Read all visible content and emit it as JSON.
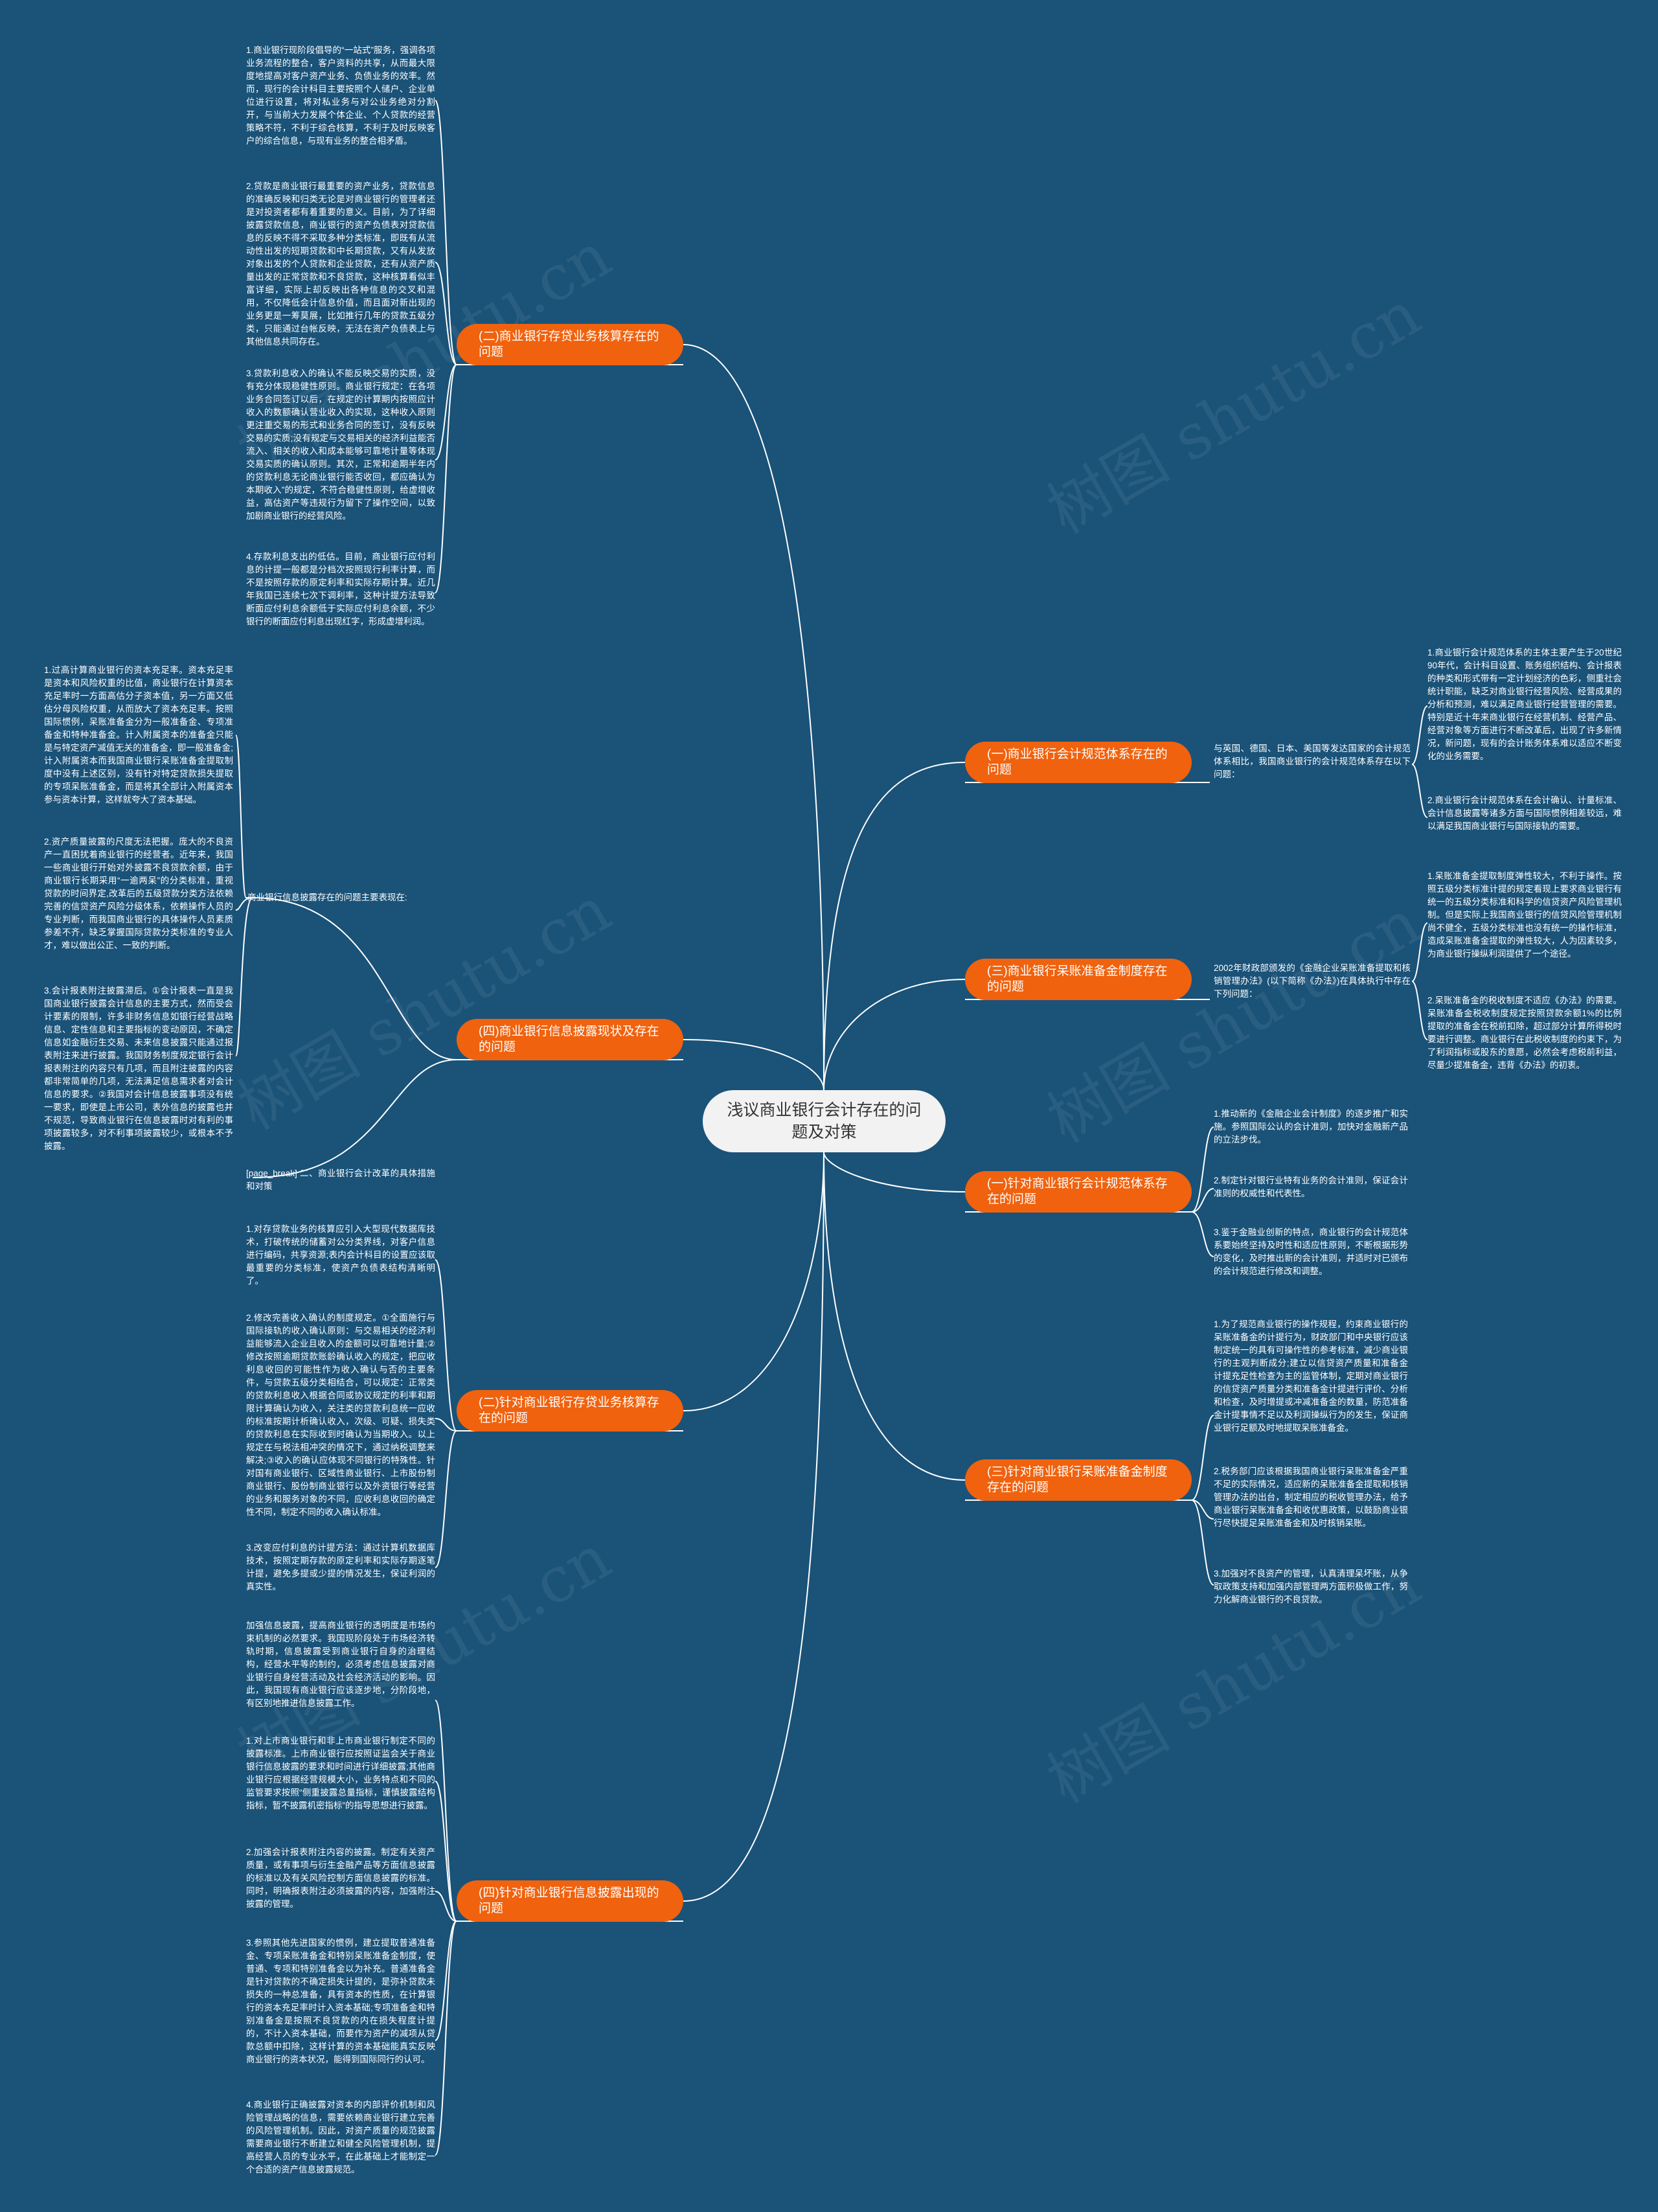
{
  "title": "浅议商业银行会计存在的问题及对策",
  "watermark": "树图 shutu.cn",
  "colors": {
    "background": "#1a5278",
    "branch": "#f0620e",
    "root": "#f2f2f2",
    "line": "#ffffff"
  },
  "branches": {
    "b1": {
      "label": "(二)商业银行存贷业务核算存在的问题",
      "items": [
        "1.商业银行现阶段倡导的“一站式”服务，强调各项业务流程的整合，客户资料的共享，从而最大限度地提高对客户资产业务、负债业务的效率。然而，现行的会计科目主要按照个人储户、企业单位进行设置，将对私业务与对公业务绝对分割开，与当前大力发展个体企业、个人贷款的经营策略不符，不利于综合核算，不利于及时反映客户的综合信息，与现有业务的整合相矛盾。",
        "2.贷款是商业银行最重要的资产业务，贷款信息的准确反映和归类无论是对商业银行的管理者还是对投资者都有着重要的意义。目前，为了详细披露贷款信息，商业银行的资产负债表对贷款信息的反映不得不采取多种分类标准，即既有从流动性出发的短期贷款和中长期贷款，又有从发放对象出发的个人贷款和企业贷款，还有从资产质量出发的正常贷款和不良贷款，这种核算看似丰富详细，实际上却反映出各种信息的交叉和混用，不仅降低会计信息价值，而且面对新出现的业务更是一筹莫展，比如推行几年的贷款五级分类，只能通过台帐反映，无法在资产负债表上与其他信息共同存在。",
        "3.贷款利息收入的确认不能反映交易的实质，没有充分体现稳健性原则。商业银行规定：在各项业务合同签订以后，在规定的计算期内按照应计收入的数额确认营业收入的实现，这种收入原则更注重交易的形式和业务合同的签订，没有反映交易的实质;没有规定与交易相关的经济利益能否流入、相关的收入和成本能够可靠地计量等体现交易实质的确认原则。其次，正常和逾期半年内的贷款利息无论商业银行能否收回，都应确认为本期收入”的规定，不符合稳健性原则，给虚增收益，高估资产等违规行为留下了操作空间，以致加剧商业银行的经营风险。",
        "4.存款利息支出的低估。目前，商业银行应付利息的计提一般都是分档次按照现行利率计算，而不是按照存款的原定利率和实际存期计算。近几年我国已连续七次下调利率，这种计提方法导致断面应付利息余额低于实际应付利息余额，不少银行的断面应付利息出现红字，形成虚增利润。"
      ]
    },
    "b2": {
      "label": "(四)商业银行信息披露现状及存在的问题",
      "items": [
        "1.过高计算商业银行的资本充足率。资本充足率是资本和风险权重的比值，商业银行在计算资本充足率时一方面高估分子资本值，另一方面又低估分母风险权重，从而放大了资本充足率。按照国际惯例，呆账准备金分为一般准备金、专项准备金和特种准备金。计入附属资本的准备金只能是与特定资产减值无关的准备金，即一般准备金;计入附属资本而我国商业银行呆账准备金提取制度中没有上述区别，没有针对特定贷款损失提取的专项呆账准备金，而是将其全部计入附属资本参与资本计算，这样就夸大了资本基础。",
        "2.资产质量披露的尺度无法把握。庞大的不良资产一直困扰着商业银行的经营者。近年来，我国一些商业银行开始对外披露不良贷款余额，由于商业银行长期采用“一逾两呆”的分类标准，重视贷款的时间界定,改革后的五级贷款分类方法依赖完善的信贷资产风险分级体系，依赖操作人员的专业判断，而我国商业银行的具体操作人员素质参差不齐，缺乏掌握国际贷款分类标准的专业人才，难以做出公正、一致的判断。",
        "3.会计报表附注披露滞后。①会计报表一直是我国商业银行披露会计信息的主要方式，然而受会计要素的限制，许多非财务信息如银行经营战略信息、定性信息和主要指标的变动原因，不确定信息如金融衍生交易、未来信息披露只能通过报表附注来进行披露。我国财务制度规定银行会计报表附注的内容只有几项，而且附注披露的内容都非常简单的几项，无法满足信息需求者对会计信息的要求。②我国对会计信息披露事项没有统一要求，即使是上市公司，表外信息的披露也并不规范，导致商业银行在信息披露时对有利的事项披露较多，对不利事项披露较少，或根本不予披露。"
      ]
    },
    "b2_note": "商业银行信息披露存在的问题主要表现在:",
    "page_break": "[page_break] 二、商业银行会计改革的具体措施和对策",
    "b3": {
      "label": "(二)针对商业银行存贷业务核算存在的问题",
      "items": [
        "1.对存贷款业务的核算应引入大型现代数据库技术，打破传统的储蓄对公分类界线，对客户信息进行编码，共享资源;表内会计科目的设置应该取最重要的分类标准，使资产负债表结构清晰明了。",
        "2.修改完善收入确认的制度规定。①全面施行与国际接轨的收入确认原则：与交易相关的经济利益能够流入企业且收入的金额可以可靠地计量;②修改按照逾期贷款账龄确认收入的规定，把应收利息收回的可能性作为收入确认与否的主要条件，与贷款五级分类相结合，可以规定：正常类的贷款利息收入根据合同或协议规定的利率和期限计算确认为收入，关注类的贷款利息统一应收的标准按期计析确认收入，次级、可疑、损失类的贷款利息在实际收到时确认为当期收入。以上规定在与税法相冲突的情况下，通过纳税调整来解决;③收入的确认应体现不同银行的特殊性。针对国有商业银行、区域性商业银行、上市股份制商业银行、股份制商业银行以及外资银行等经营的业务和服务对象的不同，应收利息收回的确定性不同，制定不同的收入确认标准。",
        "3.改变应付利息的计提方法：通过计算机数据库技术，按照定期存款的原定利率和实际存期逐笔计提，避免多提或少提的情况发生，保证利润的真实性。"
      ]
    },
    "b4": {
      "label": "(四)针对商业银行信息披露出现的问题",
      "intro": "加强信息披露，提高商业银行的透明度是市场约束机制的必然要求。我国现阶段处于市场经济转轨时期，信息披露受到商业银行自身的治理结构，经营水平等的制约，必须考虑信息披露对商业银行自身经营活动及社会经济活动的影响。因此，我国现有商业银行应该逐步地，分阶段地，有区别地推进信息披露工作。",
      "items": [
        "1.对上市商业银行和非上市商业银行制定不同的披露标准。上市商业银行应按照证监会关于商业银行信息披露的要求和时间进行详细披露;其他商业银行应根据经营规模大小，业务特点和不同的监管要求按照“侧重披露总量指标，谨慎披露结构指标，暂不披露机密指标”的指导思想进行披露。",
        "2.加强会计报表附注内容的披露。制定有关资产质量，或有事项与衍生金融产品等方面信息披露的标准以及有关风险控制方面信息披露的标准。同时，明确报表附注必须披露的内容，加强附注披露的管理。",
        "3.参照其他先进国家的惯例，建立提取普通准备金、专项呆账准备金和特别呆账准备金制度，使普通、专项和特别准备金以为补充。普通准备金是针对贷款的不确定损失计提的，是弥补贷款未损失的一种总准备，具有资本的性质，在计算银行的资本充足率时计入资本基础;专项准备金和特别准备金是按照不良贷款的内在损失程度计提的，不计入资本基础，而要作为资产的减项从贷款总额中扣除，这样计算的资本基础能真实反映商业银行的资本状况，能得到国际同行的认可。",
        "4.商业银行正确披露对资本的内部评价机制和风险管理战略的信息，需要依赖商业银行建立完善的风险管理机制。因此，对资产质量的规范披露需要商业银行不断建立和健全风险管理机制，提高经营人员的专业水平，在此基础上才能制定一个合适的资产信息披露规范。"
      ]
    },
    "b5": {
      "label": "(一)商业银行会计规范体系存在的问题",
      "note": "与英国、德国、日本、美国等发达国家的会计规范体系相比，我国商业银行的会计规范体系存在以下问题：",
      "items": [
        "1.商业银行会计规范体系的主体主要产生于20世纪90年代，会计科目设置、账务组织结构、会计报表的种类和形式带有一定计划经济的色彩，侧重社会统计职能，缺乏对商业银行经营风险、经营成果的分析和预测，难以满足商业银行经营管理的需要。特别是近十年来商业银行在经营机制、经营产品、经营对象等方面进行不断改革后，出现了许多新情况，新问题，现有的会计账务体系难以适应不断变化的业务需要。",
        "2.商业银行会计规范体系在会计确认、计量标准、会计信息披露等诸多方面与国际惯例相差较远，难以满足我国商业银行与国际接轨的需要。"
      ]
    },
    "b6": {
      "label": "(三)商业银行呆账准备金制度存在的问题",
      "note": "2002年财政部颁发的《金融企业呆账准备提取和核销管理办法》(以下简称《办法》)在具体执行中存在下列问题：",
      "items": [
        "1.呆账准备金提取制度弹性较大，不利于操作。按照五级分类标准计提的规定看现上要求商业银行有统一的五级分类标准和科学的信贷资产风险管理机制。但是实际上我国商业银行的信贷风险管理机制尚不健全，五级分类标准也没有统一的操作标准，造成呆账准备金提取的弹性较大，人为因素较多，为商业银行操纵利润提供了一个途径。",
        "2.呆账准备金的税收制度不适应《办法》的需要。呆账准备金税收制度规定按照贷款余额1%的比例提取的准备金在税前扣除，超过部分计算所得税时要进行调整。商业银行在此税收制度的约束下，为了利润指标或股东的意愿，必然会考虑税前利益，尽量少提准备金，违背《办法》的初衷。"
      ]
    },
    "b7": {
      "label": "(一)针对商业银行会计规范体系存在的问题",
      "items": [
        "1.推动新的《金融企业会计制度》的逐步推广和实施。参照国际公认的会计准则，加快对金融新产品的立法步伐。",
        "2.制定针对银行业特有业务的会计准则，保证会计准则的权威性和代表性。",
        "3.鉴于金融业创新的特点，商业银行的会计规范体系要始终坚持及时性和适应性原则，不断根据形势的变化，及时推出新的会计准则，并适时对已颁布的会计规范进行修改和调整。"
      ]
    },
    "b8": {
      "label": "(三)针对商业银行呆账准备金制度存在的问题",
      "items": [
        "1.为了规范商业银行的操作规程，约束商业银行的呆账准备金的计提行为，财政部门和中央银行应该制定统一的具有可操作性的参考标准，减少商业银行的主观判断成分;建立以信贷资产质量和准备金计提充足性检查为主的监管体制，定期对商业银行的信贷资产质量分类和准备金计提进行评价、分析和检查，及时增提或冲减准备金的数量，防范准备金计提事情不足以及利润操纵行为的发生，保证商业银行足额及时地提取呆账准备金。",
        "2.税务部门应该根据我国商业银行呆账准备金严重不足的实际情况，适应新的呆账准备金提取和核销管理办法的出台，制定相应的税收管理办法，给予商业银行呆账准备金和收优惠政策，以鼓励商业银行尽快提足呆账准备金和及时核销呆账。",
        "3.加强对不良资产的管理，认真清理呆坏账，从争取政策支持和加强内部管理两方面积极做工作，努力化解商业银行的不良贷款。"
      ]
    }
  }
}
